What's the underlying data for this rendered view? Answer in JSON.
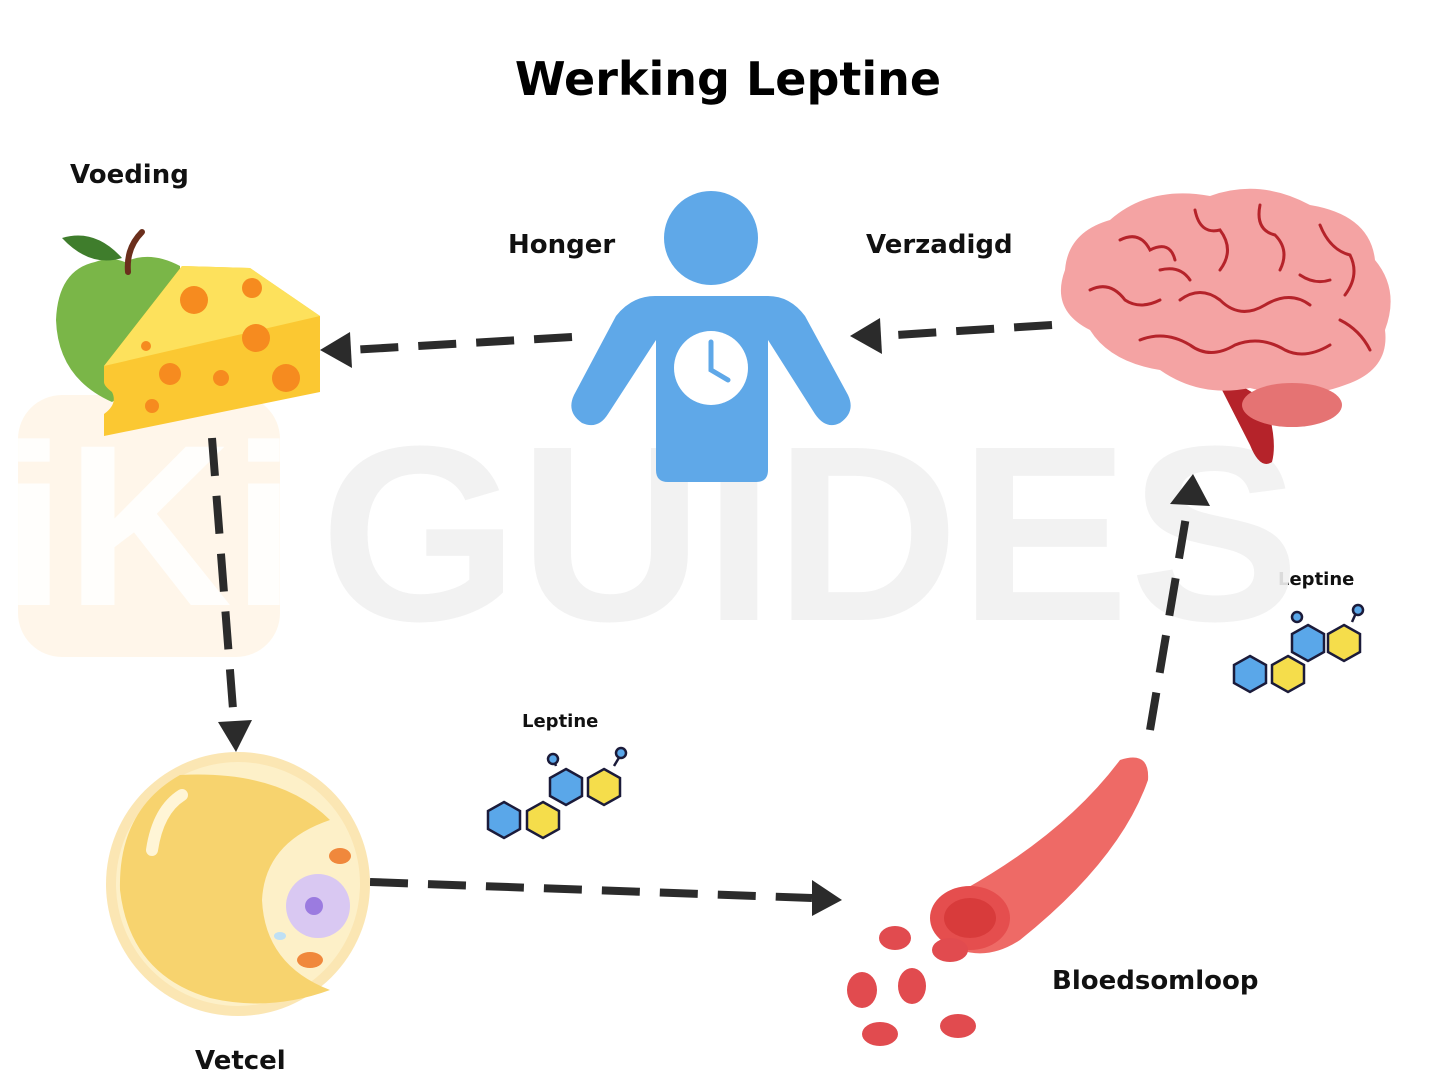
{
  "title": "Werking Leptine",
  "labels": {
    "voeding": "Voeding",
    "honger": "Honger",
    "verzadigd": "Verzadigd",
    "vetcel": "Vetcel",
    "bloedsomloop": "Bloedsomloop",
    "leptine_center": "Leptine",
    "leptine_right": "Leptine"
  },
  "watermark": "iKi GUIDES",
  "colors": {
    "person": "#5fa8e8",
    "brain": "#f4a3a3",
    "brain_lines": "#b5232a",
    "cheese": "#fbc832",
    "apple": "#7ab648",
    "fat_cell": "#f7d36e",
    "vessel": "#ee6a66",
    "blood_cell": "#e14b4f",
    "hex_blue": "#5aa7e9",
    "hex_yellow": "#f5dd4b",
    "arrow": "#2b2b2b"
  }
}
